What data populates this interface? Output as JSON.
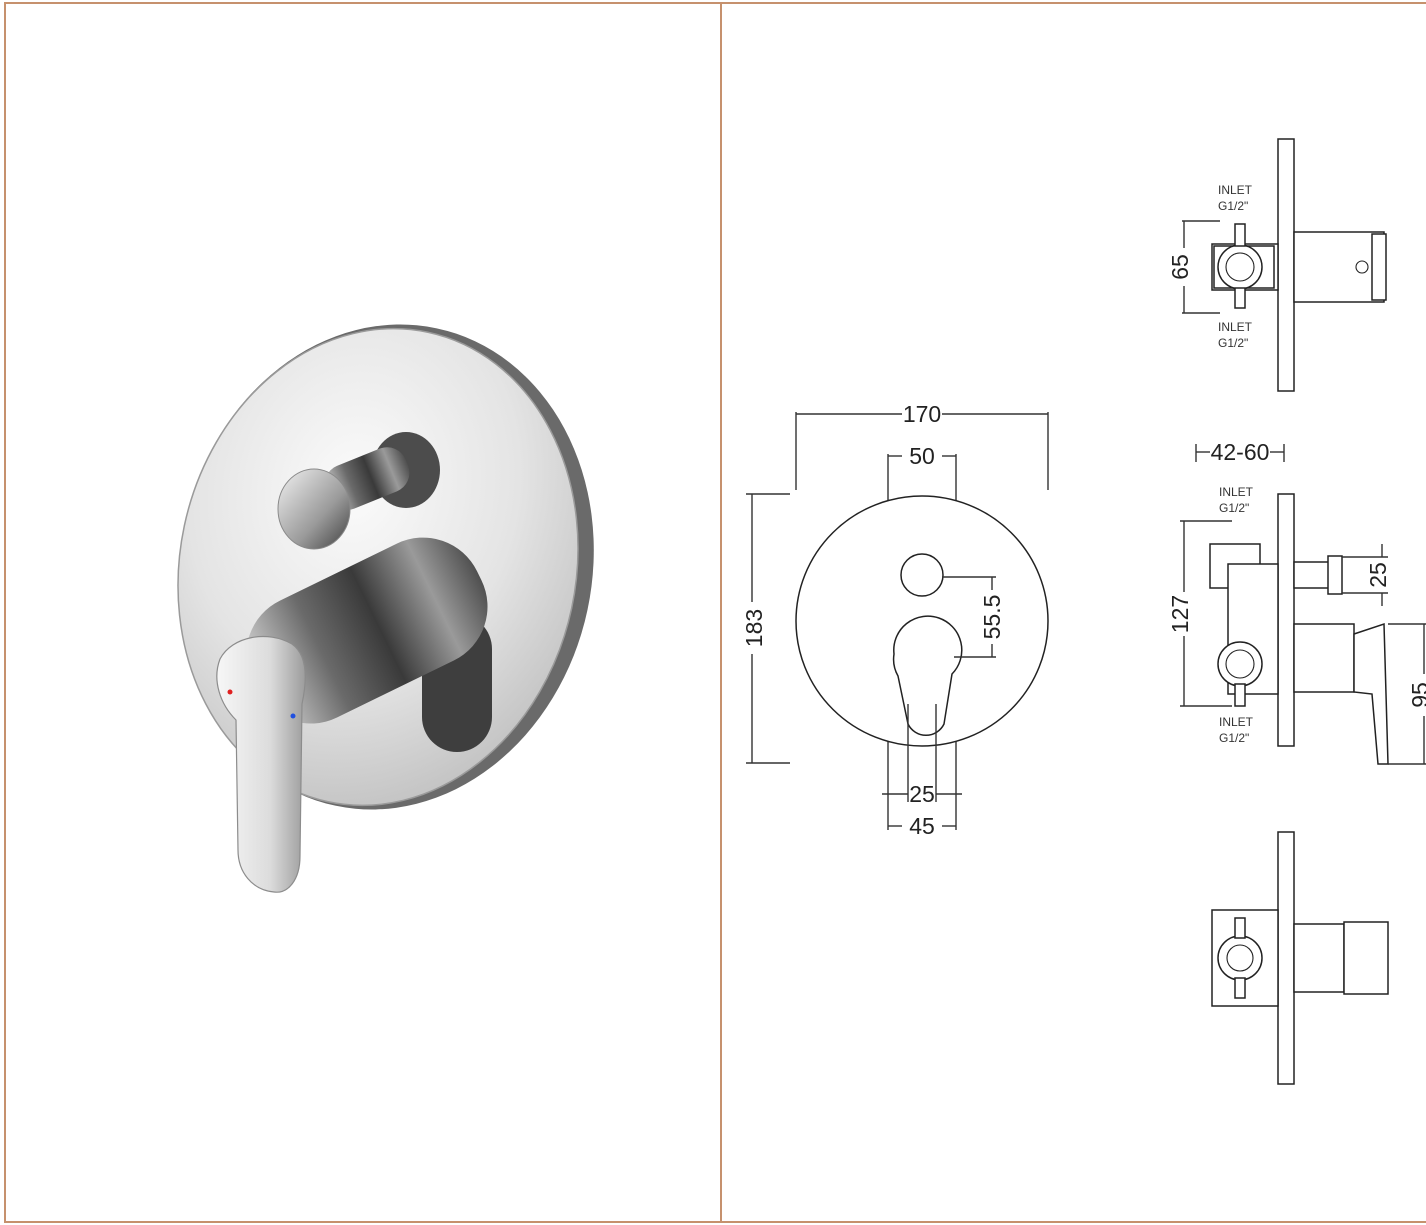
{
  "colors": {
    "frame": "#c6916d",
    "chrome_light": "#f4f4f4",
    "chrome_dark": "#4a4a4a",
    "hot": "#e02020",
    "cold": "#2050e0"
  },
  "front_view": {
    "width": "170",
    "height": "183",
    "lever_window": "50",
    "offset": "55.5",
    "lever_width": "25",
    "lever_body": "45"
  },
  "top_view": {
    "label_top": "INLET",
    "thread_top": "G1/2\"",
    "height": "65",
    "label_bottom": "INLET",
    "thread_bottom": "G1/2\""
  },
  "side_view": {
    "depth": "42-60",
    "label_top": "INLET",
    "thread_top": "G1/2\"",
    "inlet_spacing": "127",
    "knob_dia": "25",
    "lever_drop": "95",
    "label_bottom": "INLET",
    "thread_bottom": "G1/2\""
  }
}
